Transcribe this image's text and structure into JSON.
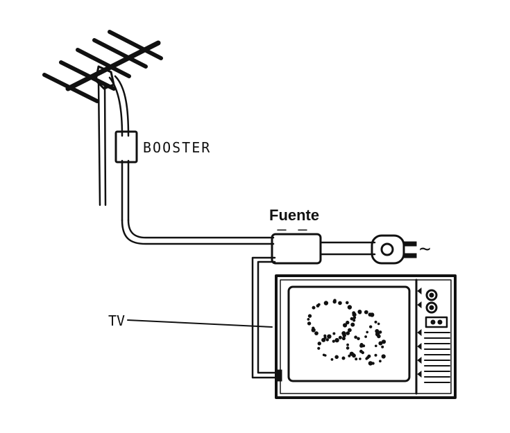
{
  "diagram": {
    "labels": {
      "booster": "BOOSTER",
      "power_supply": "Fuente",
      "tv": "TV",
      "ac_symbol": "~"
    }
  }
}
